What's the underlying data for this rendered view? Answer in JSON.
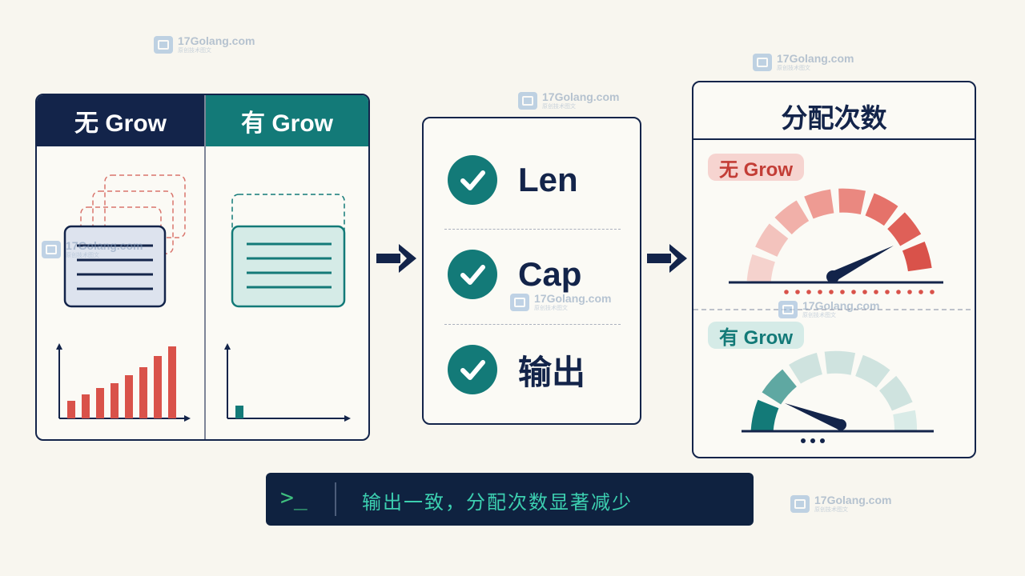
{
  "left_panel": {
    "header_no": "无 Grow",
    "header_yes": "有 Grow"
  },
  "middle_panel": {
    "checks": [
      "Len",
      "Cap",
      "输出"
    ]
  },
  "right_panel": {
    "title": "分配次数",
    "pill_no": "无 Grow",
    "pill_yes": "有 Grow"
  },
  "terminal": {
    "prompt": ">_",
    "message": "输出一致，分配次数显著减少"
  },
  "watermark": {
    "site": "17Golang.com",
    "tagline": "原创技术图文"
  },
  "colors": {
    "navy": "#13244a",
    "teal": "#137a78",
    "red": "#d9524a",
    "background": "#f8f6ef"
  },
  "icons": [
    "check-icon",
    "arrow-right-icon",
    "gauge-icon",
    "terminal-icon"
  ]
}
